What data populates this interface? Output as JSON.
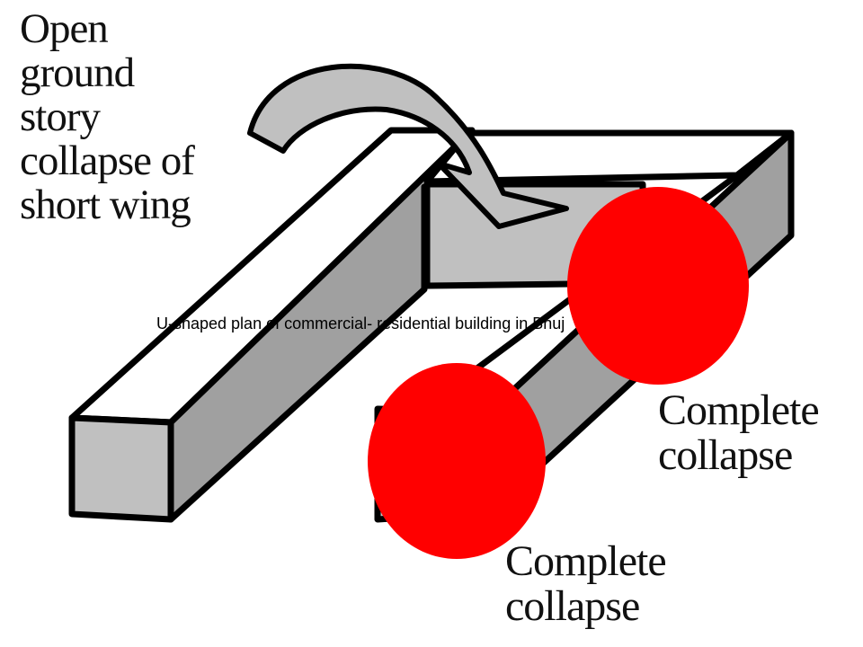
{
  "diagram": {
    "labels": {
      "open_ground": [
        "Open",
        "ground",
        "story",
        "collapse of",
        "short wing"
      ],
      "collapse_right": [
        "Complete",
        "collapse"
      ],
      "collapse_bottom": [
        "Complete",
        "collapse"
      ]
    },
    "caption": "U-shaped plan of commercial- residential building in Bhuj",
    "colors": {
      "outline": "#000000",
      "face_light": "#ffffff",
      "face_gray": "#c0c0c0",
      "face_dark": "#a0a0a0",
      "collapse_marker": "#ff0000"
    }
  }
}
